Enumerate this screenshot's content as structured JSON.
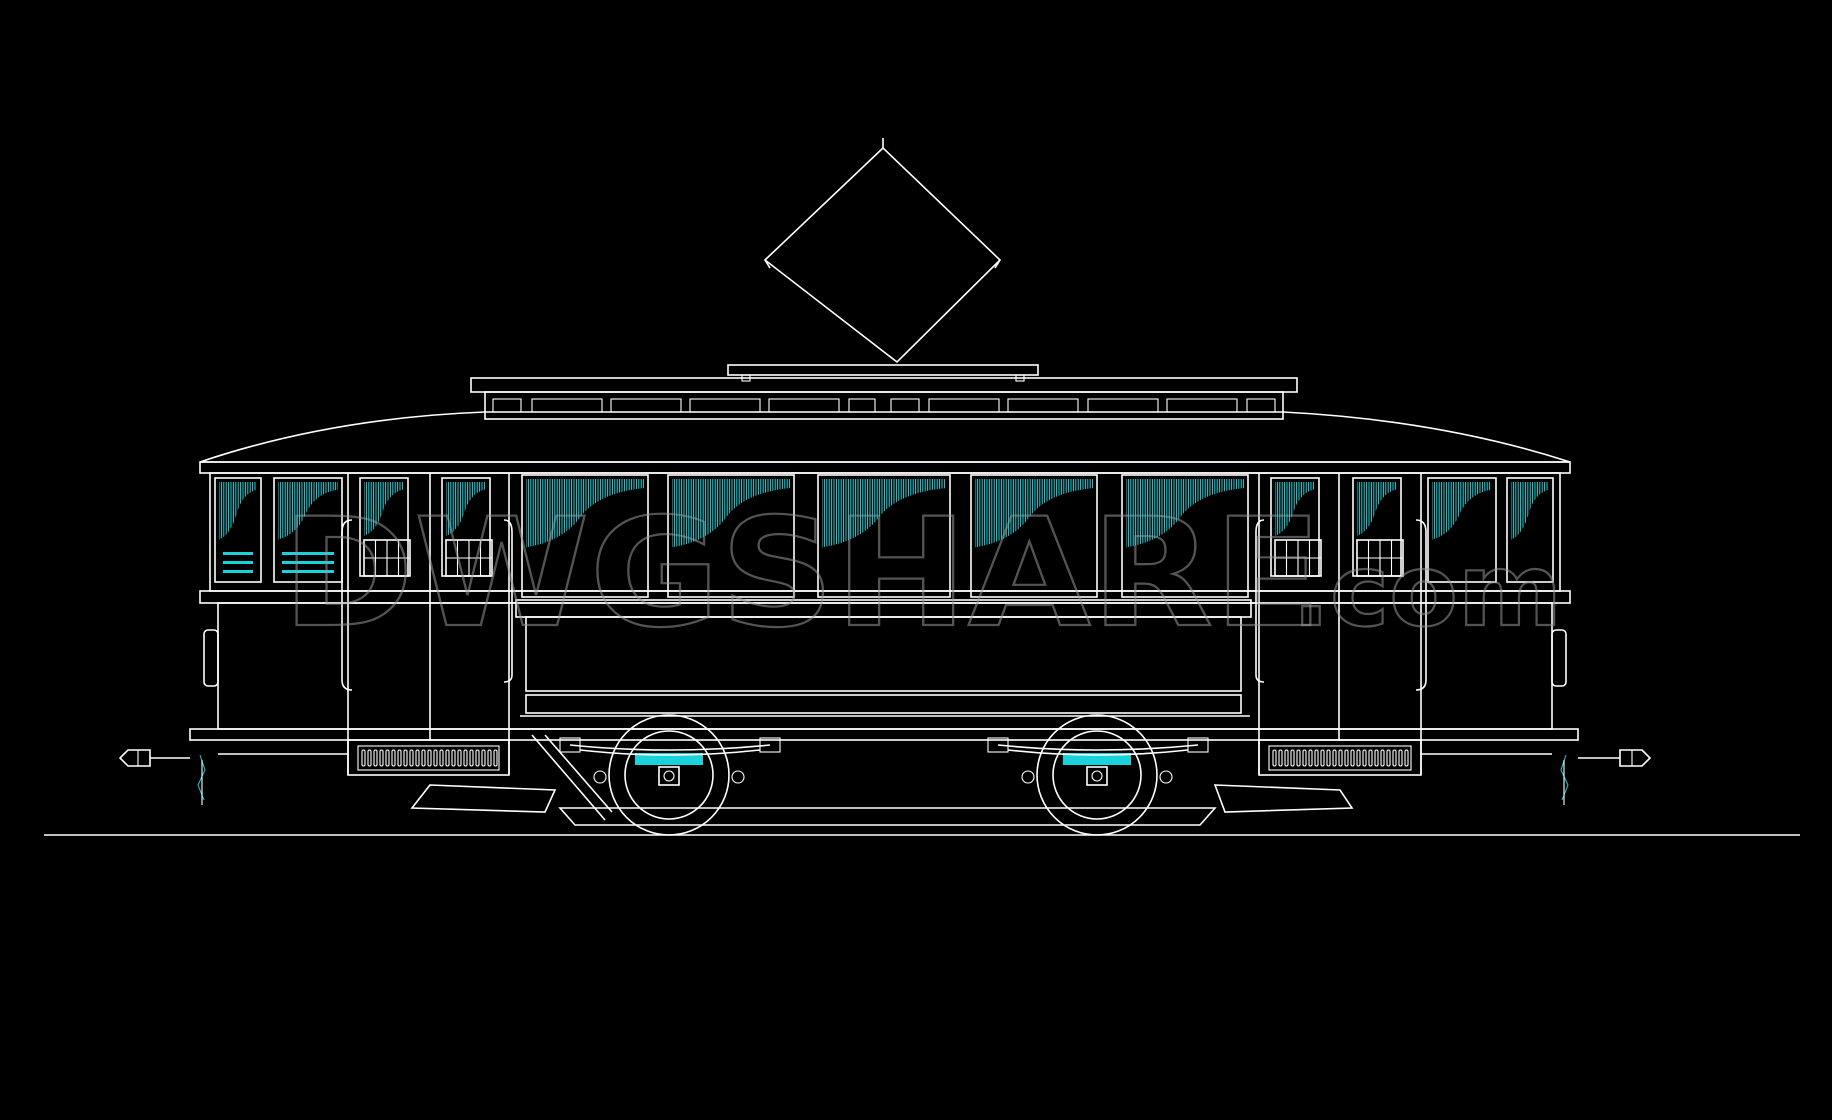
{
  "drawing": {
    "subject": "tram",
    "background": "#000000",
    "line_color": "#ffffff",
    "hatch_color": "#19d3dc"
  },
  "watermark": {
    "brand": "DWGSHARE",
    "suffix": ".com",
    "color": "#9a9a9a"
  }
}
